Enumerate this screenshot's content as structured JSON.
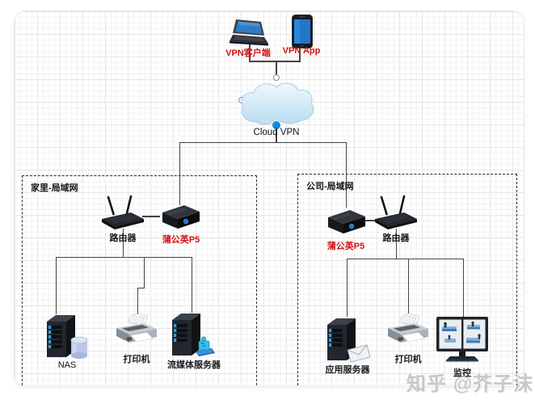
{
  "page": {
    "watermark": "知乎 @芥子沫"
  },
  "clients": {
    "laptop_label": "VPN客户端",
    "phone_label": "VPN App"
  },
  "cloud": {
    "label": "Cloud VPN"
  },
  "home": {
    "title": "家里-局域网",
    "router_label": "路由器",
    "p5_label": "蒲公英P5",
    "nas_label": "NAS",
    "printer_label": "打印机",
    "media_label": "流媒体服务器"
  },
  "office": {
    "title": "公司-局域网",
    "p5_label": "蒲公英P5",
    "router_label": "路由器",
    "app_label": "应用服务器",
    "printer_label": "打印机",
    "monitor_label": "监控"
  },
  "colors": {
    "label_red": "#d01212",
    "line_gray": "#454545",
    "cloud_blue": "#bcdff1",
    "node_blue": "#1488d8"
  }
}
